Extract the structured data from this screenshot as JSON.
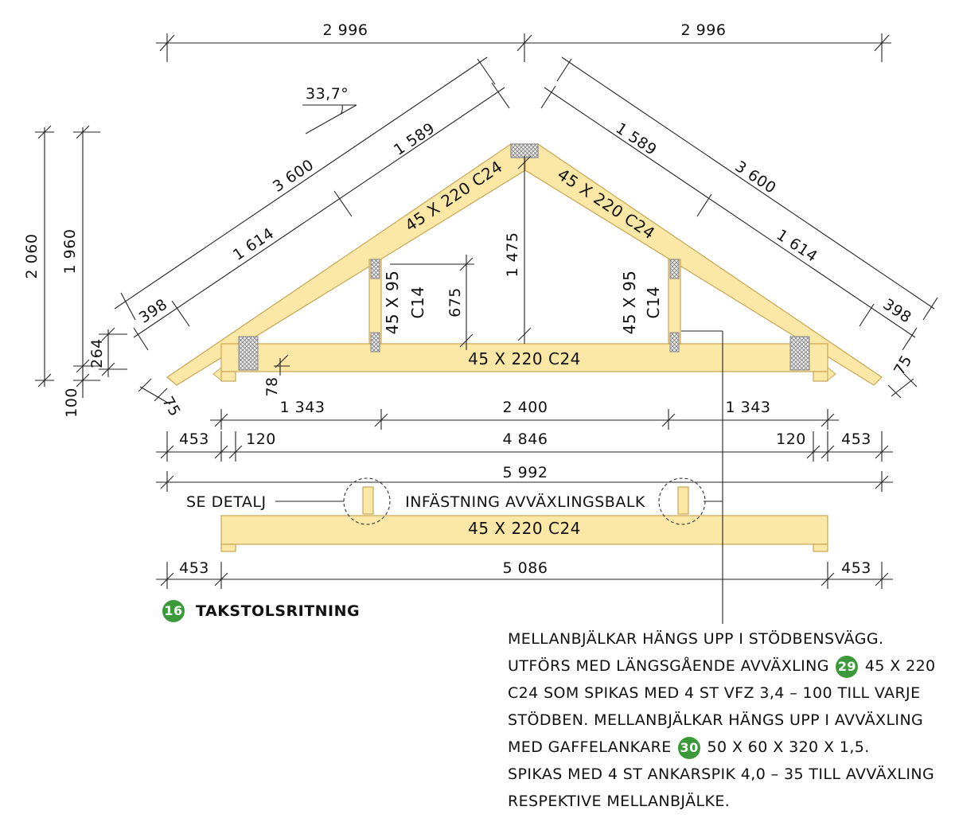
{
  "drawing": {
    "title": "TAKSTOLSRITNING",
    "figure_number": "16",
    "pitch": "33,7°"
  },
  "dimensions": {
    "top_left": "2 996",
    "top_right": "2 996",
    "rafter_left_total": "3 600",
    "rafter_left_upper": "1 589",
    "rafter_left_lower": "1 614",
    "rafter_left_tail": "398",
    "rafter_right_total": "3 600",
    "rafter_right_upper": "1 589",
    "rafter_right_lower": "1 614",
    "rafter_right_tail": "398",
    "height_total": "2 060",
    "height_inner": "1 960",
    "height_264": "264",
    "height_100": "100",
    "height_1475": "1 475",
    "height_675": "675",
    "dim_78": "78",
    "dim_75_left": "75",
    "dim_75_right": "75",
    "span_left": "1 343",
    "span_mid": "2 400",
    "span_right": "1 343",
    "overhang_left": "453",
    "bearing_left": "120",
    "inner_span": "4 846",
    "bearing_right": "120",
    "overhang_right": "453",
    "total_width": "5 992",
    "beam_overhang_left": "453",
    "beam_length": "5 086",
    "beam_overhang_right": "453"
  },
  "members": {
    "rafter_left": "45 X 220 C24",
    "rafter_right": "45 X 220 C24",
    "tie_beam": "45 X 220 C24",
    "post_left_a": "45 X 95",
    "post_left_b": "C14",
    "post_right_a": "45 X 95",
    "post_right_b": "C14",
    "trimmer_beam": "45 X 220 C24"
  },
  "labels": {
    "se_detalj": "SE DETALJ",
    "infastning": "INFÄSTNING AVVÄXLINGSBALK"
  },
  "note": {
    "lines": [
      {
        "text": "MELLANBJÄLKAR HÄNGS UPP I STÖDBENSVÄGG."
      },
      {
        "pre": "UTFÖRS MED LÄNGSGÅENDE AVVÄXLING",
        "badge": "29",
        "post": "45 X 220"
      },
      {
        "text": "C24 SOM SPIKAS MED 4 ST VFZ 3,4 – 100 TILL VARJE"
      },
      {
        "text": "STÖDBEN. MELLANBJÄLKAR HÄNGS UPP I AVVÄXLING"
      },
      {
        "pre": "MED GAFFELANKARE",
        "badge": "30",
        "post": "50 X 60 X 320 X 1,5."
      },
      {
        "text": "SPIKAS MED 4 ST ANKARSPIK 4,0 – 35 TILL AVVÄXLING"
      },
      {
        "text": "RESPEKTIVE MELLANBJÄLKE."
      }
    ]
  },
  "colors": {
    "wood": "#fbe7a6",
    "wood_stroke": "#c9a655",
    "badge": "#3a9a3a",
    "line": "#222222"
  }
}
